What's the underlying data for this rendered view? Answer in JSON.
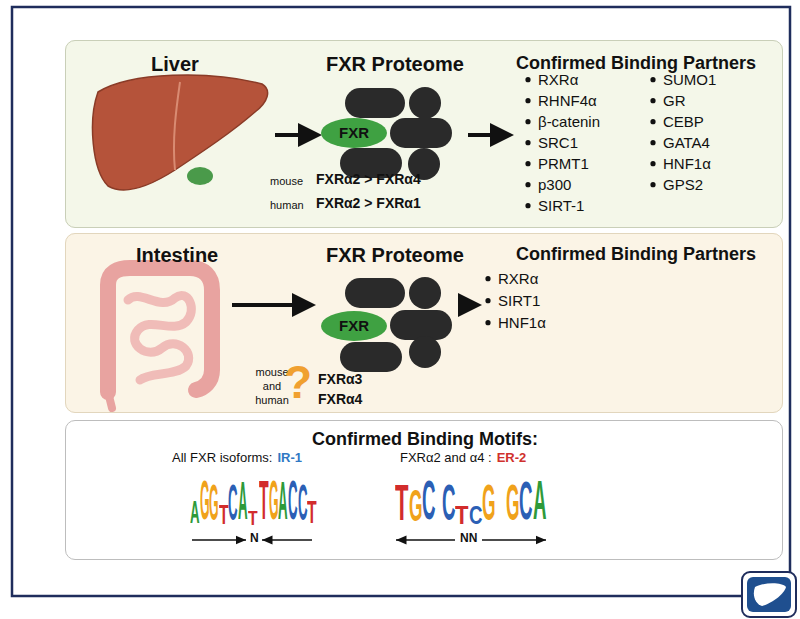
{
  "diagram": {
    "nodes": [
      {
        "text": [
          "Liver",
          "FXR Proteome",
          "Confirmed Binding Partners"
        ]
      },
      {
        "text": [
          "FXR"
        ],
        "in": 0
      },
      {
        "text": [
          "Intestine",
          "FXR Proteome",
          "Confirmed Binding Partners"
        ]
      },
      {
        "text": [
          "FXR"
        ],
        "in": 2
      },
      {
        "text": [
          "Confirmed Binding Motifs:"
        ]
      }
    ],
    "labels": [
      "RXRα",
      "RHNF4α",
      "β-catenin",
      "SRC1",
      "PRMT1",
      "p300",
      "SIRT-1",
      "SUMO1",
      "GR",
      "CEBP",
      "GATA4",
      "HNF1α",
      "GPS2",
      "mouse",
      "FXRα2 > FXRα4",
      "human",
      "FXRα2 > FXRα1",
      "RXRα",
      "SIRT1",
      "HNF1α",
      "mouse and human",
      "?",
      "FXRα3",
      "FXRα4",
      "All FXR isoforms:",
      "IR-1",
      "FXRα2 and α4 :",
      "ER-2",
      "AGGTCATTGACCT",
      "N",
      "TGCCTCGGCA",
      "NN"
    ]
  }
}
